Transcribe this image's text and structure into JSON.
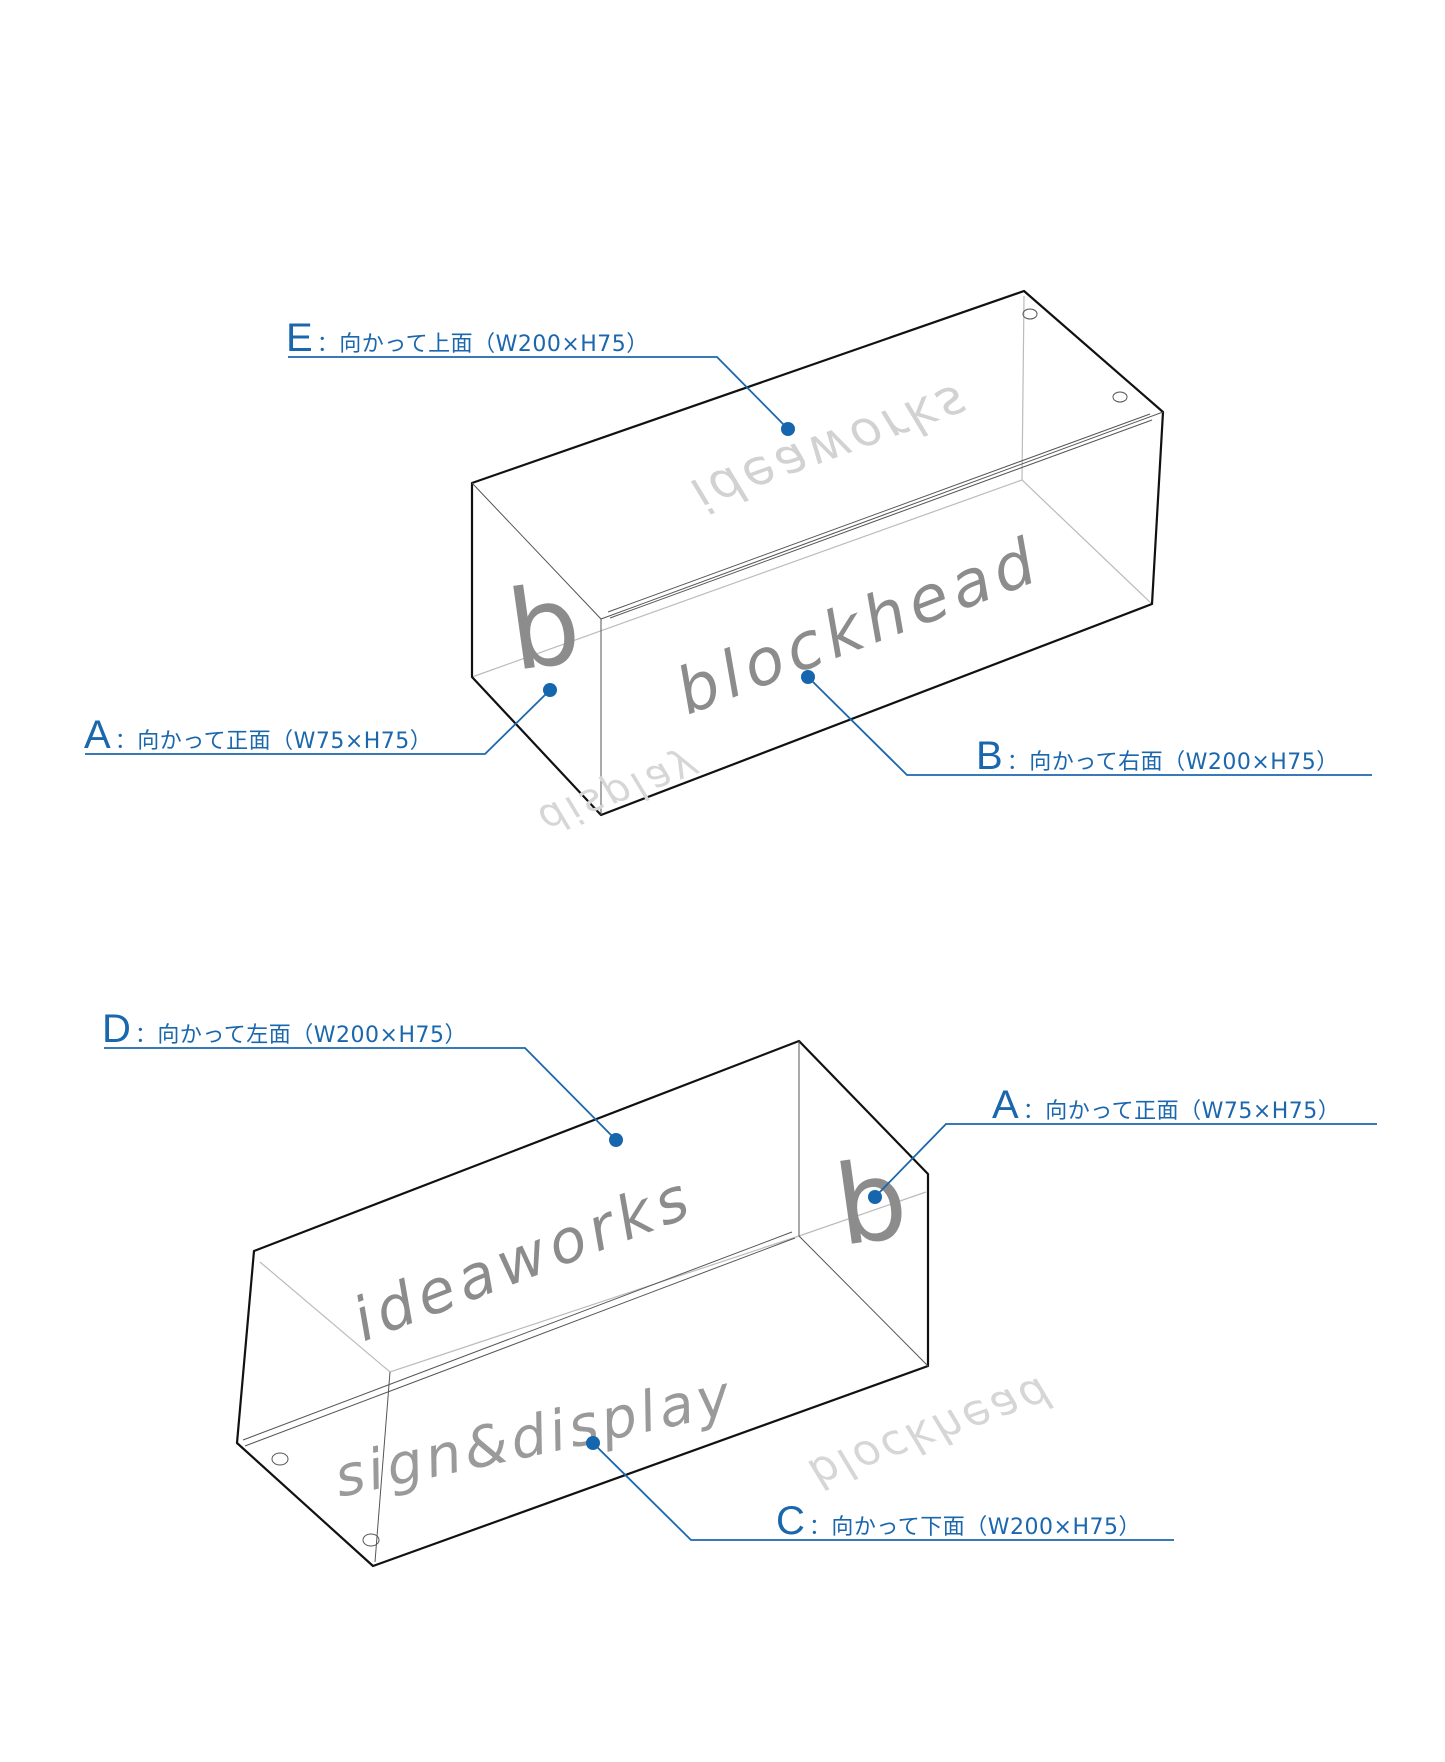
{
  "top_box": {
    "labels": {
      "E": {
        "letter": "E",
        "text": "：向かって上面（W200×H75）"
      },
      "A": {
        "letter": "A",
        "text": "：向かって正面（W75×H75）"
      },
      "B": {
        "letter": "B",
        "text": "：向かって右面（W200×H75）"
      }
    },
    "engravings": {
      "top": "ideaworks",
      "side": "blockhead",
      "mirror": "display",
      "logo": "b"
    }
  },
  "bottom_box": {
    "labels": {
      "D": {
        "letter": "D",
        "text": "：向かって左面（W200×H75）"
      },
      "A": {
        "letter": "A",
        "text": "：向かって正面（W75×H75）"
      },
      "C": {
        "letter": "C",
        "text": "：向かって下面（W200×H75）"
      }
    },
    "engravings": {
      "side": "ideaworks",
      "bottom": "sign&display",
      "mirror": "blockhead",
      "logo": "b"
    }
  },
  "colors": {
    "accent": "#1b67ad",
    "outline": "#111111",
    "engraving": "#8c8c8c"
  }
}
